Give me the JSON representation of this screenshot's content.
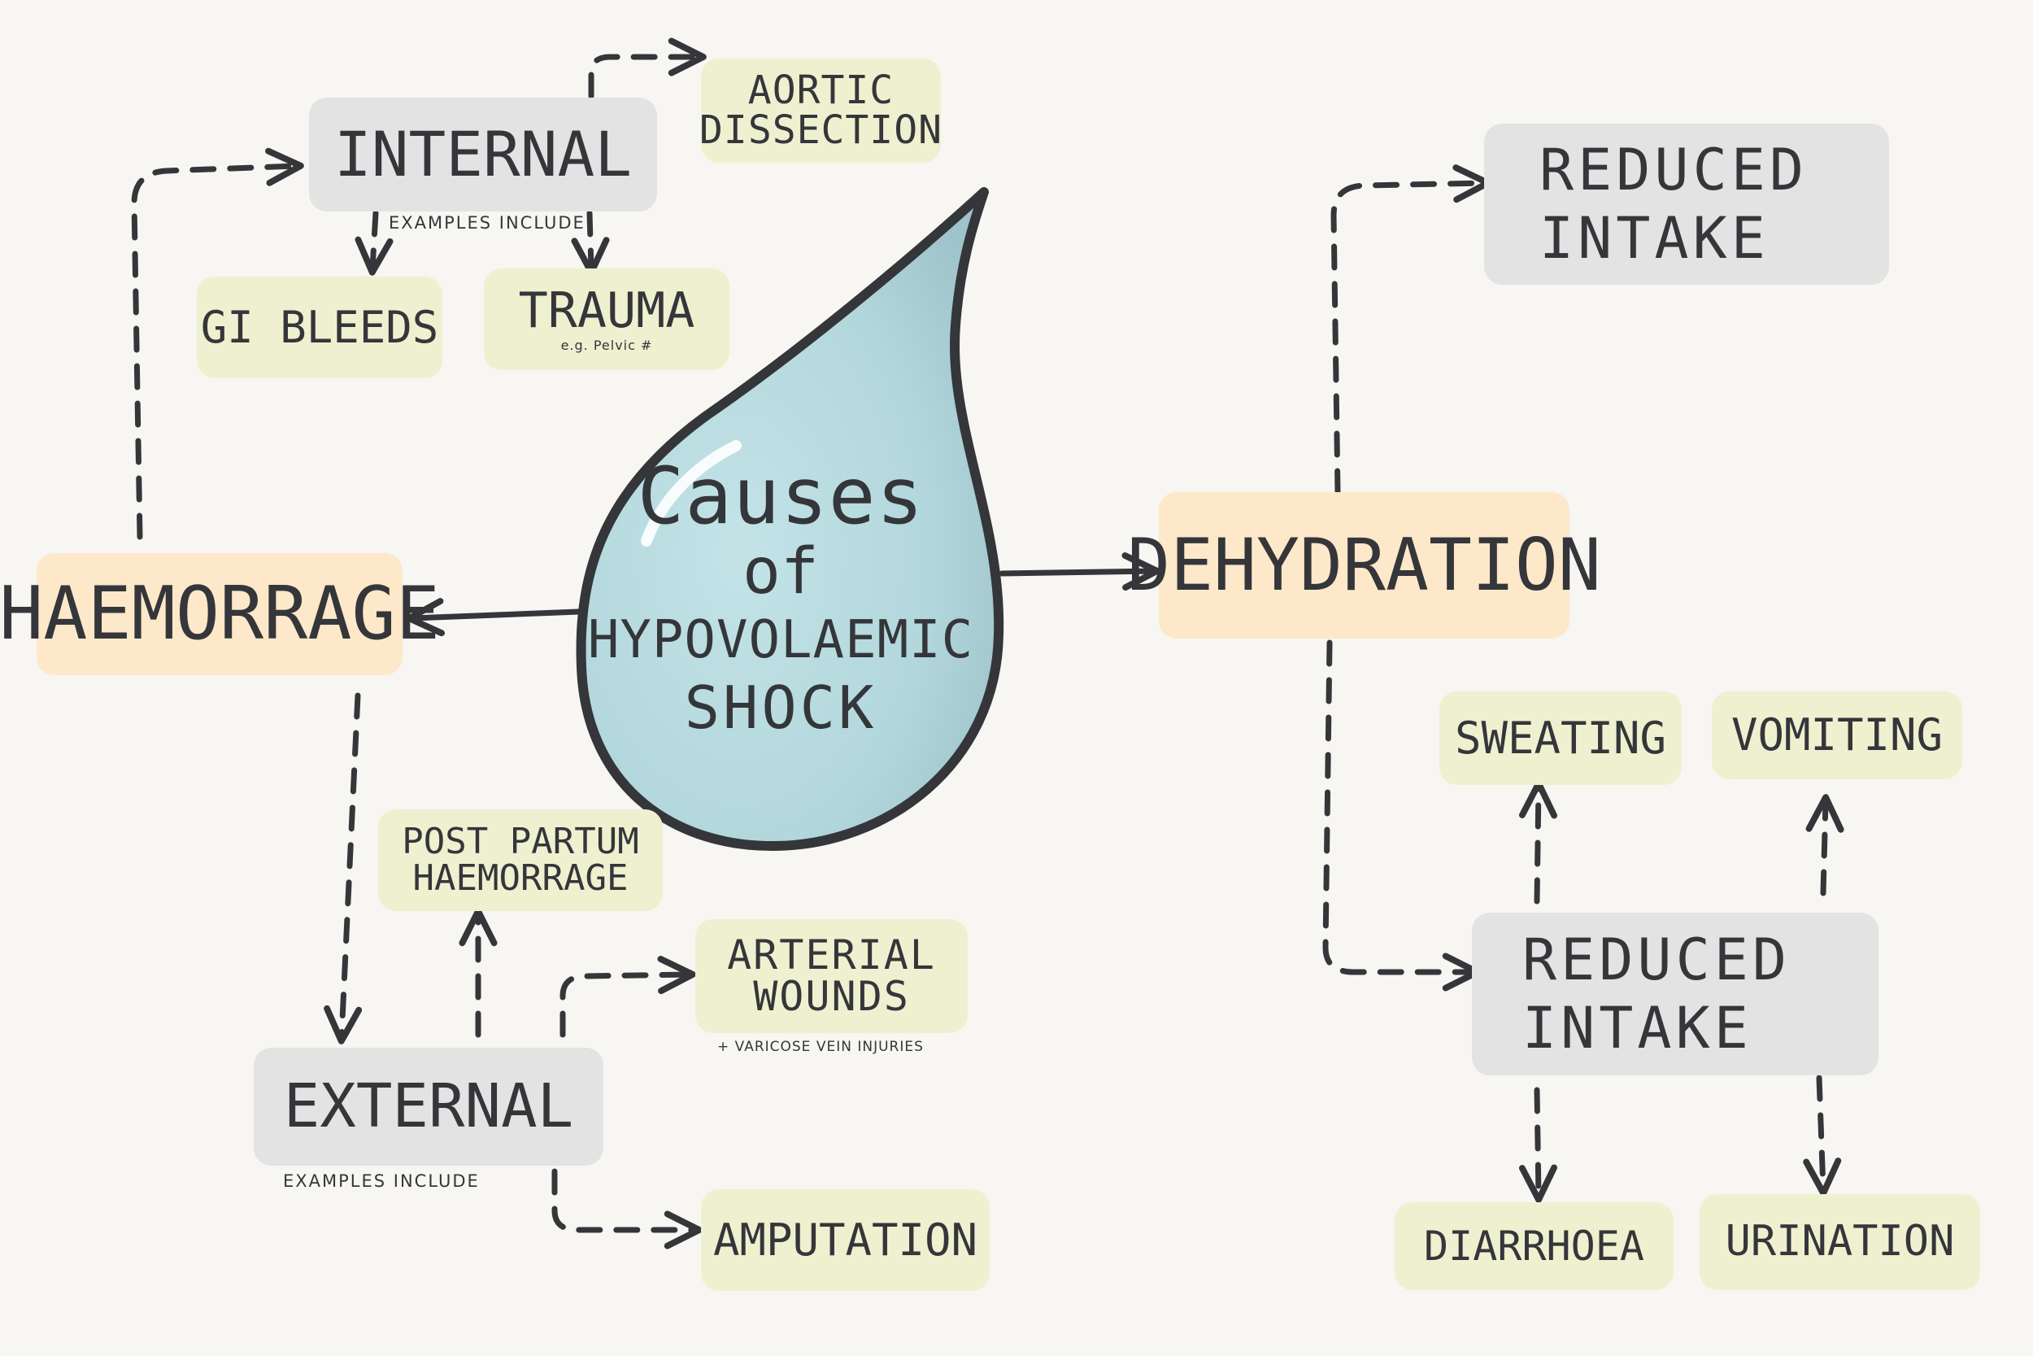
{
  "center": {
    "line1": "Causes",
    "line2": "of",
    "line3": "HYPOVOLAEMIC",
    "line4": "SHOCK"
  },
  "haemorrage": {
    "label": "HAEMORRAGE"
  },
  "internal": {
    "label": "INTERNAL",
    "examples_note": "EXAMPLES INCLUDE",
    "aortic": {
      "line1": "AORTIC",
      "line2": "DISSECTION"
    },
    "gi_bleeds": "GI BLEEDS",
    "trauma": {
      "label": "TRAUMA",
      "note": "e.g. Pelvic #"
    }
  },
  "external": {
    "label": "EXTERNAL",
    "examples_note": "EXAMPLES INCLUDE",
    "pph": {
      "line1": "POST PARTUM",
      "line2": "HAEMORRAGE"
    },
    "arterial": {
      "line1": "ARTERIAL",
      "line2": "WOUNDS",
      "note": "+ VARICOSE VEIN INJURIES"
    },
    "amputation": "AMPUTATION"
  },
  "dehydration": {
    "label": "DEHYDRATION",
    "reduced_top": {
      "line1": "REDUCED",
      "line2": "INTAKE"
    },
    "reduced_bottom": {
      "line1": "REDUCED",
      "line2": "INTAKE"
    },
    "sweating": "SWEATING",
    "vomiting": "VOMITING",
    "diarrhoea": "DIARRHOEA",
    "urination": "URINATION"
  },
  "colors": {
    "ink": "#34363a",
    "drop_fill": "#b6dadf",
    "drop_shade": "#9fc5cc",
    "gray_box": "#e3e3e3",
    "green_box": "#eef0cf",
    "orange_box": "#fde8c9",
    "background": "#f7f6f2"
  }
}
